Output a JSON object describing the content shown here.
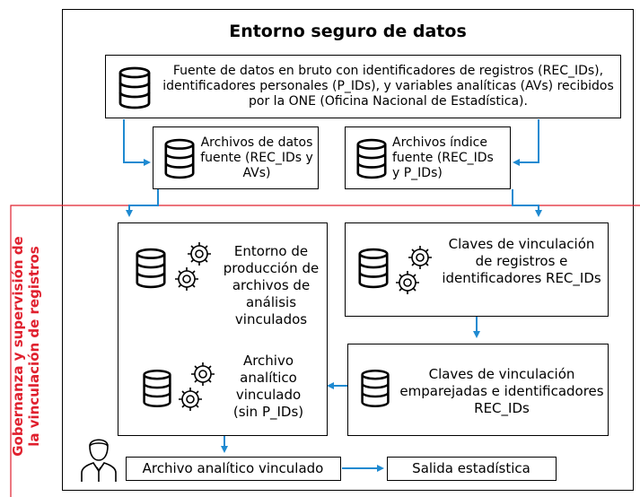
{
  "title": "Entorno seguro de datos",
  "side_label": [
    "Gobernanza y supervisión de",
    "la vinculación de registros"
  ],
  "boxes": {
    "source": "Fuente de datos en bruto con identificadores de registros (REC_IDs), identificadores personales (P_IDs), y variables analíticas (AVs) recibidos por la ONE (Oficina Nacional de Estadística).",
    "data_files": "Archivos de datos fuente (REC_IDs y AVs)",
    "index_files": "Archivos índice fuente (REC_IDs y P_IDs)",
    "production_env": "Entorno de producción de archivos de análisis vinculados",
    "linked_file": "Archivo analítico vinculado (sin P_IDs)",
    "link_keys": "Claves de vinculación de registros e identificadores REC_IDs",
    "paired_keys": "Claves de vinculación emparejadas e identificadores REC_IDs",
    "linked_output": "Archivo analítico vinculado",
    "stat_output": "Salida estadística"
  },
  "colors": {
    "arrow": "#1f8ad1",
    "red_line": "#e0202e"
  }
}
